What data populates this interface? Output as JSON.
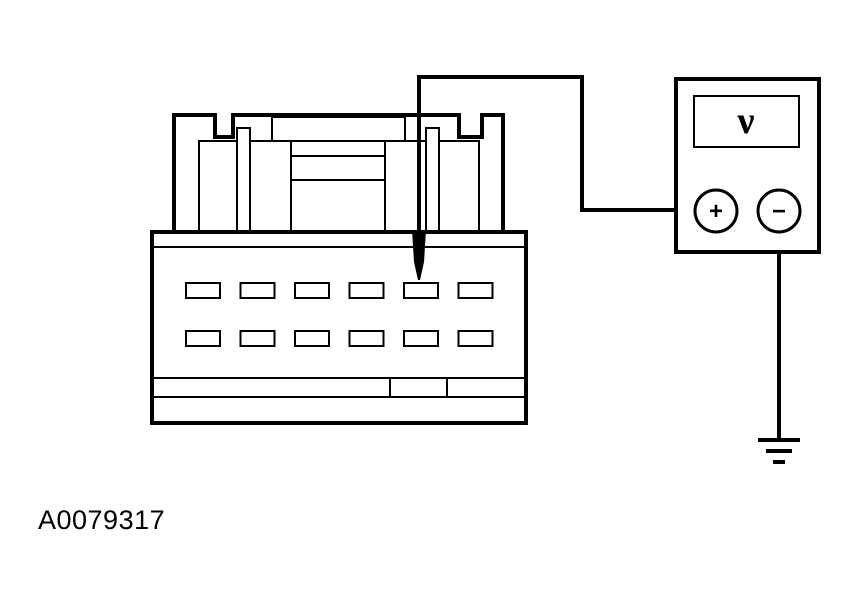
{
  "diagram": {
    "figure_id": "A0079317",
    "meter_display": "ν",
    "meter_positive_label": "+",
    "meter_negative_label": "−",
    "colors": {
      "line": "#000000",
      "fill": "#ffffff"
    },
    "connector": {
      "pin_rows": 2,
      "pins_per_row": 6
    }
  }
}
